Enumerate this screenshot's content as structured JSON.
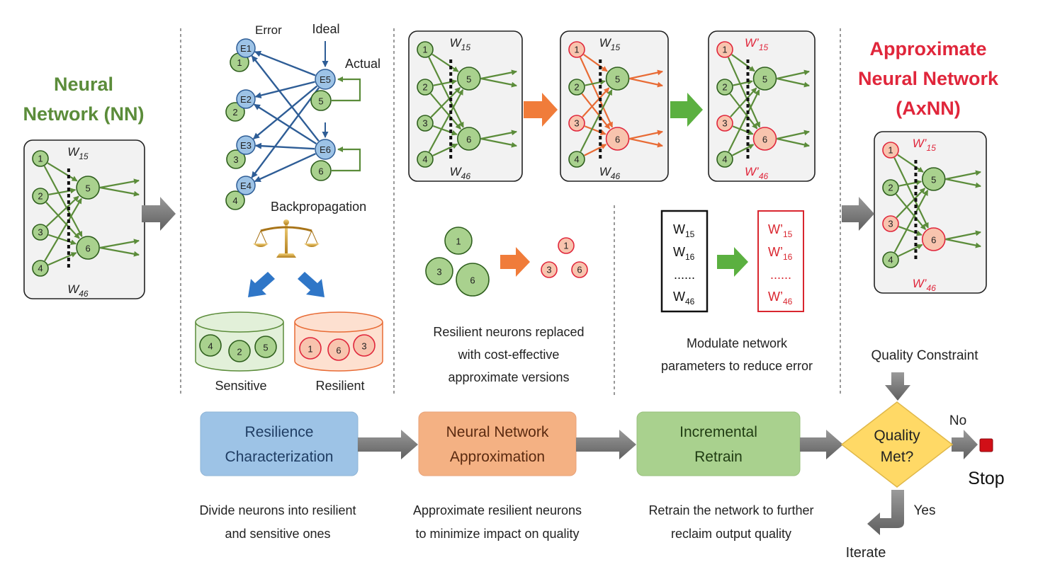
{
  "title_nn": [
    "Neural",
    "Network (NN)"
  ],
  "title_axnn": [
    "Approximate",
    "Neural Network",
    "(AxNN)"
  ],
  "weights": {
    "w15": "W",
    "w15_sub": "15",
    "w46": "W",
    "w46_sub": "46",
    "w15p": "W’",
    "w46p": "W’"
  },
  "backprop": {
    "error": "Error",
    "ideal": "Ideal",
    "actual": "Actual",
    "label": "Backpropagation",
    "error_nodes": [
      "E1",
      "E2",
      "E3",
      "E4"
    ],
    "out_nodes": [
      "E5",
      "E6"
    ]
  },
  "buckets": {
    "sensitive": "Sensitive",
    "resilient": "Resilient",
    "sensitive_nodes": [
      "4",
      "2",
      "5"
    ],
    "resilient_nodes": [
      "1",
      "6",
      "3"
    ]
  },
  "replace": {
    "before": [
      "1",
      "3",
      "6"
    ],
    "after": [
      "1",
      "3",
      "6"
    ],
    "caption": [
      "Resilient neurons replaced",
      "with cost-effective",
      "approximate versions"
    ]
  },
  "modulate": {
    "before": [
      "W",
      "W",
      "......",
      "W"
    ],
    "before_sub": [
      "15",
      "16",
      "",
      "46"
    ],
    "after": [
      "W’",
      "W’",
      "......",
      "W’"
    ],
    "after_sub": [
      "15",
      "16",
      "",
      "46"
    ],
    "caption": [
      "Modulate network",
      "parameters to reduce error"
    ]
  },
  "steps": [
    {
      "lines": [
        "Resilience",
        "Characterization"
      ],
      "desc": [
        "Divide neurons into resilient",
        "and sensitive ones"
      ],
      "color": "#9dc3e6"
    },
    {
      "lines": [
        "Neural Network",
        "Approximation"
      ],
      "desc": [
        "Approximate resilient neurons",
        "to minimize impact on quality"
      ],
      "color": "#f4b183"
    },
    {
      "lines": [
        "Incremental",
        "Retrain"
      ],
      "desc": [
        "Retrain the network to further",
        "reclaim output quality"
      ],
      "color": "#a9d18e"
    }
  ],
  "decision": {
    "constraint": "Quality Constraint",
    "lines": [
      "Quality",
      "Met?"
    ],
    "no": "No",
    "yes": "Yes",
    "stop": "Stop",
    "iterate": "Iterate"
  },
  "neuron_labels": [
    "1",
    "2",
    "3",
    "4",
    "5",
    "6"
  ],
  "colors": {
    "green_fill": "#a9d18e",
    "green_stroke": "#2f5f1e",
    "red_fill": "#f8c4ae",
    "red_stroke": "#e0263b",
    "blue_fill": "#9dc3e6",
    "blue_stroke": "#2e5d96",
    "title_green": "#5b8c3a",
    "title_red": "#e0263b"
  }
}
